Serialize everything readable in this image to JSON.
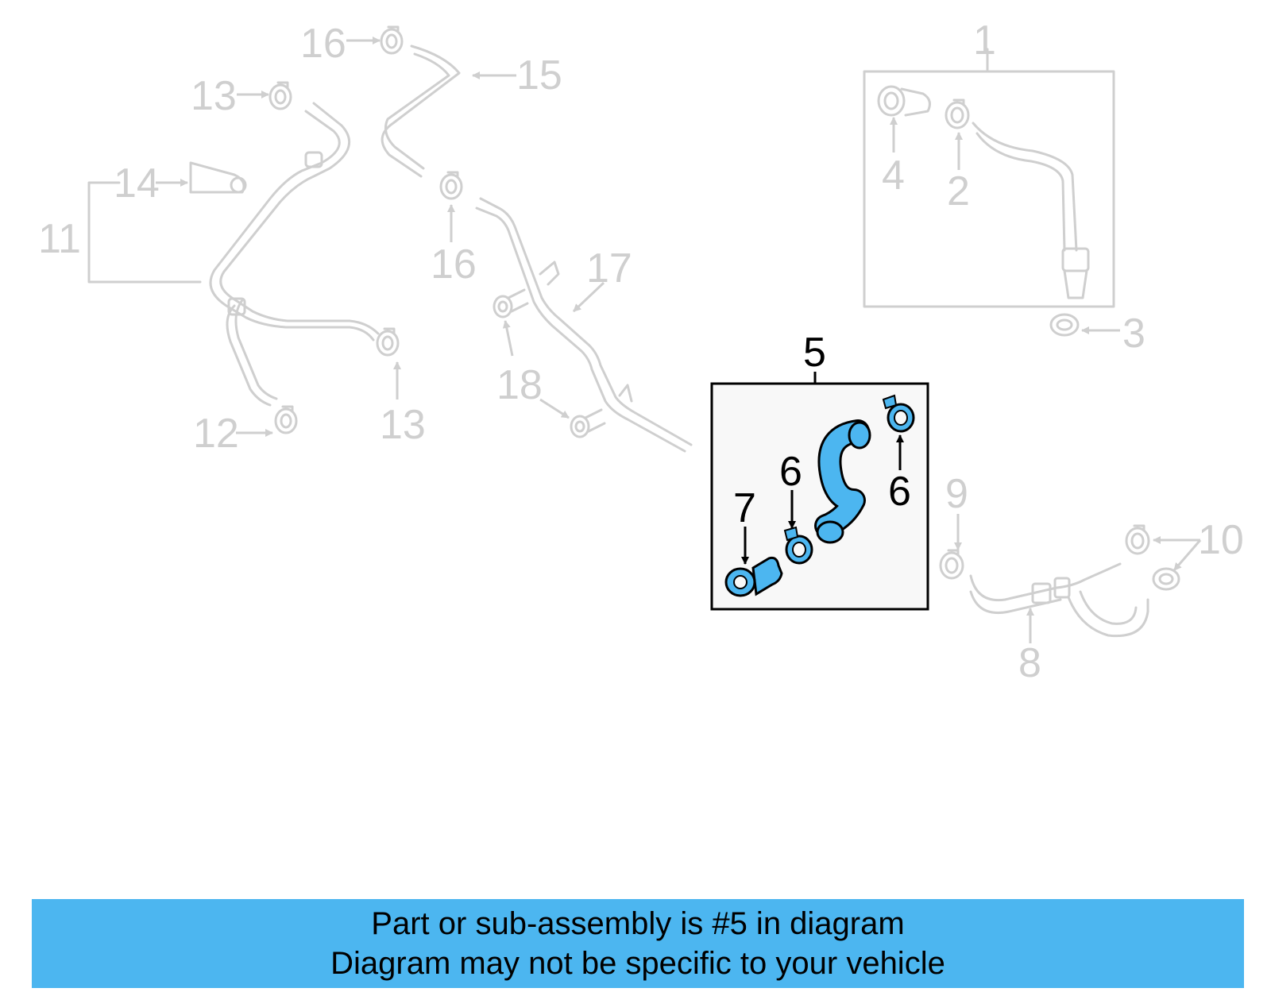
{
  "labels": {
    "l1": "1",
    "l2": "2",
    "l3": "3",
    "l4": "4",
    "l5": "5",
    "l6a": "6",
    "l6b": "6",
    "l7": "7",
    "l8": "8",
    "l9": "9",
    "l10": "10",
    "l11": "11",
    "l12": "12",
    "l13a": "13",
    "l13b": "13",
    "l14": "14",
    "l15": "15",
    "l16a": "16",
    "l16b": "16",
    "l17": "17",
    "l18": "18"
  },
  "highlight_part": "5",
  "colors": {
    "highlight": "#4cb6f0",
    "faded": "#cfcfcf",
    "banner": "#4cb6f0"
  },
  "banner": {
    "line1": "Part or sub-assembly is #5 in diagram",
    "line2": "Diagram may not be specific to your vehicle"
  }
}
